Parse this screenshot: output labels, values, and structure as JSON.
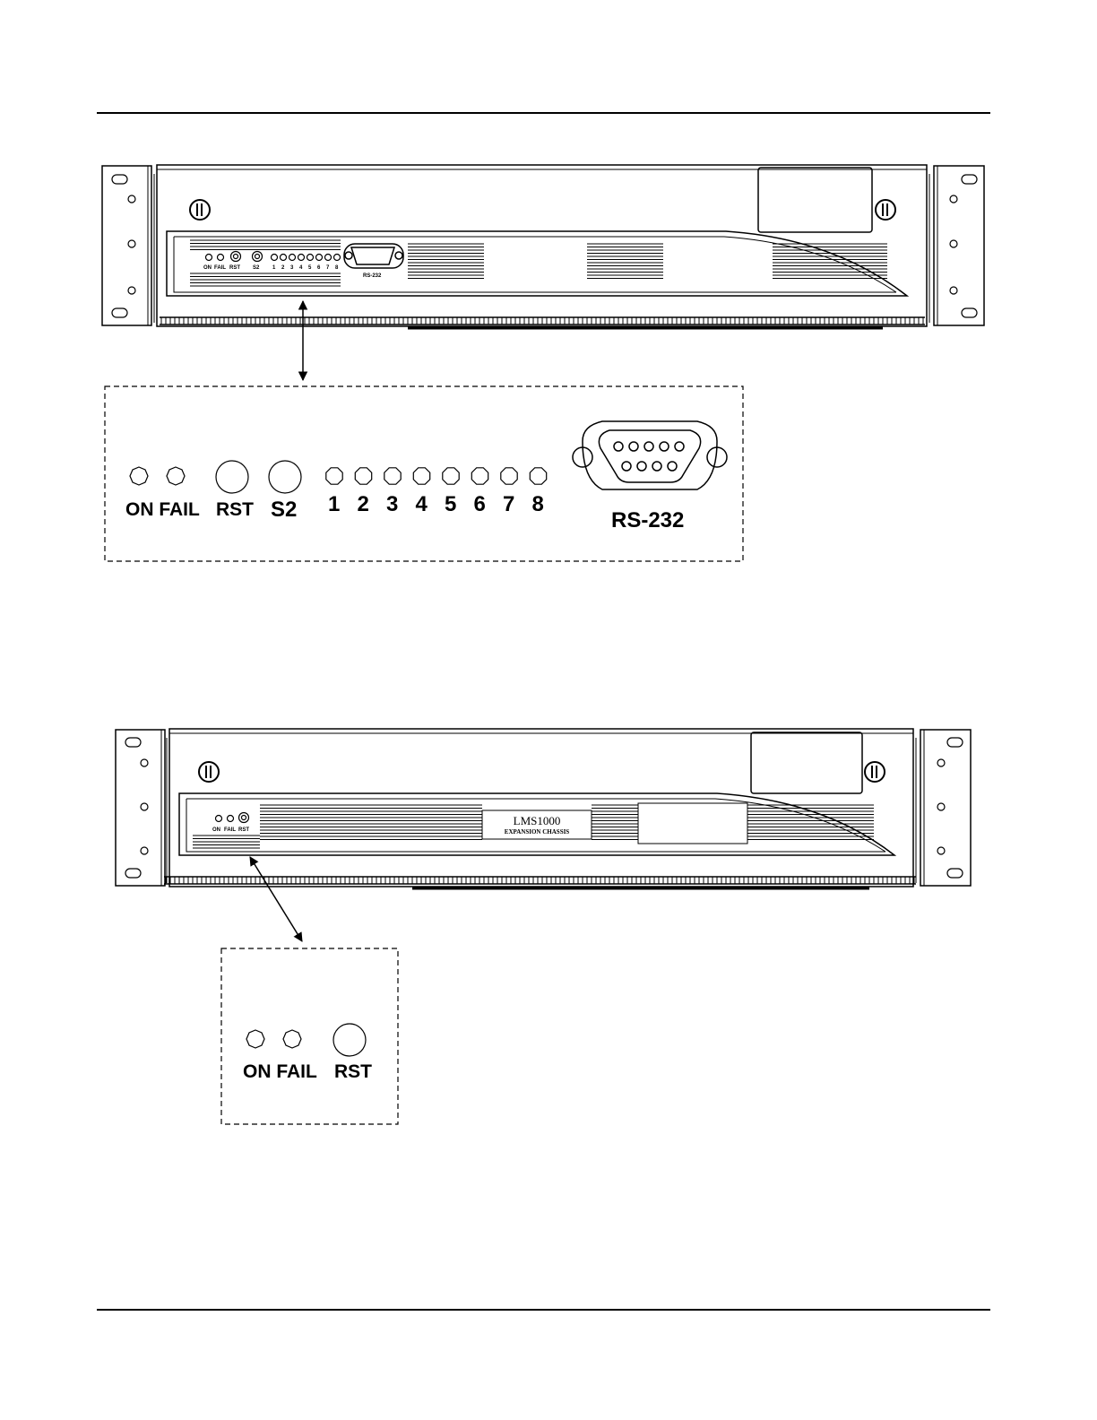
{
  "figure1": {
    "panel_labels": {
      "on": "ON",
      "fail": "FAIL",
      "rst": "RST",
      "s2": "S2",
      "numbers": [
        "1",
        "2",
        "3",
        "4",
        "5",
        "6",
        "7",
        "8"
      ],
      "rs232": "RS-232"
    },
    "detail_labels": {
      "on_fail": "ON FAIL",
      "rst": "RST",
      "s2": "S2",
      "numbers": [
        "1",
        "2",
        "3",
        "4",
        "5",
        "6",
        "7",
        "8"
      ],
      "rs232": "RS-232"
    }
  },
  "figure2": {
    "panel_labels": {
      "on": "ON",
      "fail": "FAIL",
      "rst": "RST",
      "brand": "LMS1000",
      "subtitle": "EXPANSION CHASSIS"
    },
    "detail_labels": {
      "on_fail": "ON FAIL",
      "rst": "RST"
    }
  }
}
